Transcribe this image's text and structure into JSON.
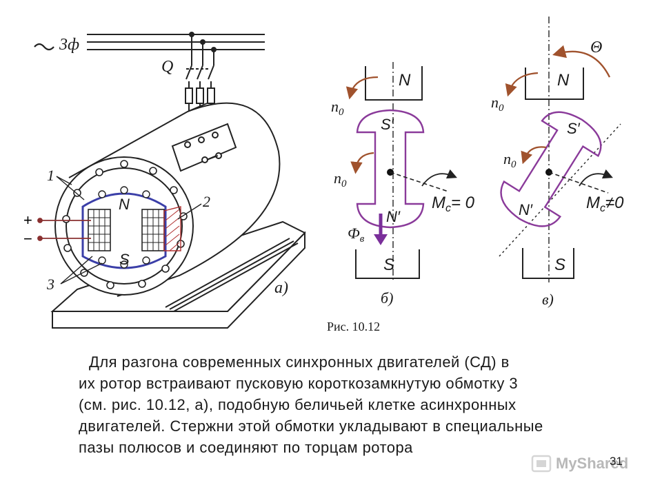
{
  "figure": {
    "caption": "Рис. 10.12",
    "supply_label": "3ф",
    "switch_label": "Q",
    "plus_sign": "+",
    "minus_sign": "−",
    "callout_1": "1",
    "callout_2": "2",
    "callout_3": "3",
    "pole_n": "N",
    "pole_s": "S",
    "subfig_a": "а)",
    "subfig_b": "б)",
    "subfig_v": "в)",
    "rotor_pole_top": "S′",
    "rotor_pole_bottom": "N′",
    "speed_label": "n",
    "speed_sub": "0",
    "torque_label_b": "M",
    "torque_sub": "с",
    "torque_value_b": "= 0",
    "torque_value_v": "≠0",
    "flux_label": "Ф",
    "flux_sub": "в",
    "angle_label": "Θ"
  },
  "text": {
    "paragraph_lines": [
      "Для разгона современных синхронных двигателей (СД) в",
      "их ротор встраивают пусковую короткозамкнутую обмотку 3",
      "(см. рис. 10.12, а), подобную беличьей клетке асинхронных",
      "двигателей. Стержни этой обмотки укладывают в специальные",
      "пазы полюсов и соединяют по торцам ротора"
    ]
  },
  "page_number": "31",
  "watermark": {
    "text": "MyShared",
    "color": "#8a8a8a"
  },
  "colors": {
    "rotor_outline": "#8a3a9a",
    "rotor_fill_blue": "#3b3fa8",
    "arrow_brown": "#a0522d",
    "flux_arrow": "#7a2f9a",
    "coil_red": "#b03030"
  }
}
